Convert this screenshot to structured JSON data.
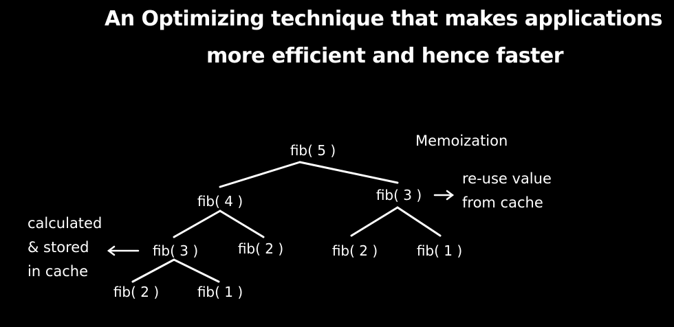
{
  "title": {
    "line1": "An Optimizing technique that makes applications",
    "line2": "more efficient and hence faster"
  },
  "diagram": {
    "label": "Memoization",
    "nodes": {
      "root": "fib( 5 )",
      "left": "fib( 4 )",
      "right": "fib( 3 )",
      "left_left": "fib( 3 )",
      "left_right": "fib( 2 )",
      "right_left": "fib( 2 )",
      "right_right": "fib( 1 )",
      "left_left_left": "fib( 2 )",
      "left_left_right": "fib( 1 )"
    },
    "note_left": {
      "line1": "calculated",
      "line2": "& stored",
      "line3": "in cache"
    },
    "note_right": {
      "line1": "re-use value",
      "line2": "from cache"
    }
  },
  "colors": {
    "background": "#000000",
    "foreground": "#ffffff"
  }
}
